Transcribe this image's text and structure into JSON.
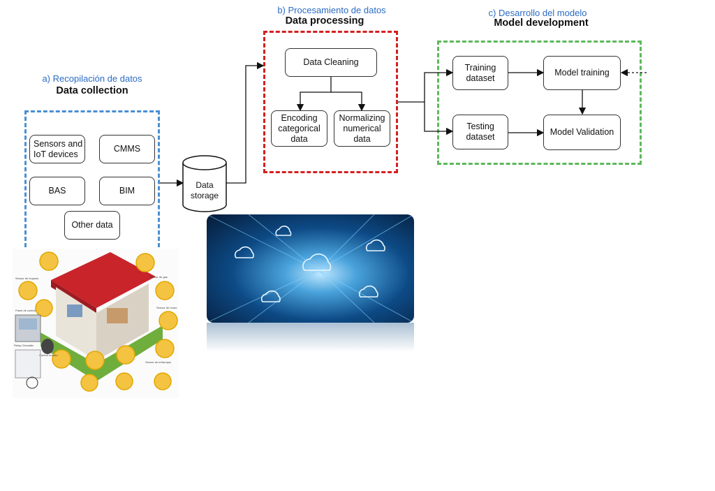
{
  "sections": {
    "collection": {
      "subtitle": "a) Recopilación de datos",
      "title": "Data collection",
      "color": "#4a8fd4",
      "items": {
        "sensors": "Sensors and IoT devices",
        "cmms": "CMMS",
        "bas": "BAS",
        "bim": "BIM",
        "other": "Other data"
      }
    },
    "processing": {
      "subtitle": "b) Procesamiento de datos",
      "title": "Data processing",
      "color": "#d42020",
      "items": {
        "cleaning": "Data Cleaning",
        "encoding": "Encoding categorical data",
        "normalizing": "Normalizing numerical data"
      }
    },
    "modeling": {
      "subtitle": "c) Desarrollo del modelo",
      "title": "Model development",
      "color": "#5cb85c",
      "items": {
        "training_dataset": "Training dataset",
        "testing_dataset": "Testing dataset",
        "model_training": "Model training",
        "model_validation": "Model Validation"
      }
    }
  },
  "storage": {
    "label": "Data storage"
  },
  "house_labels": [
    "Sensor de impacto",
    "Panel de control",
    "Relay Chevalier",
    "Control remoto",
    "Sensor de gas",
    "Sensor de humo",
    "Sensor de infrarrojos"
  ]
}
